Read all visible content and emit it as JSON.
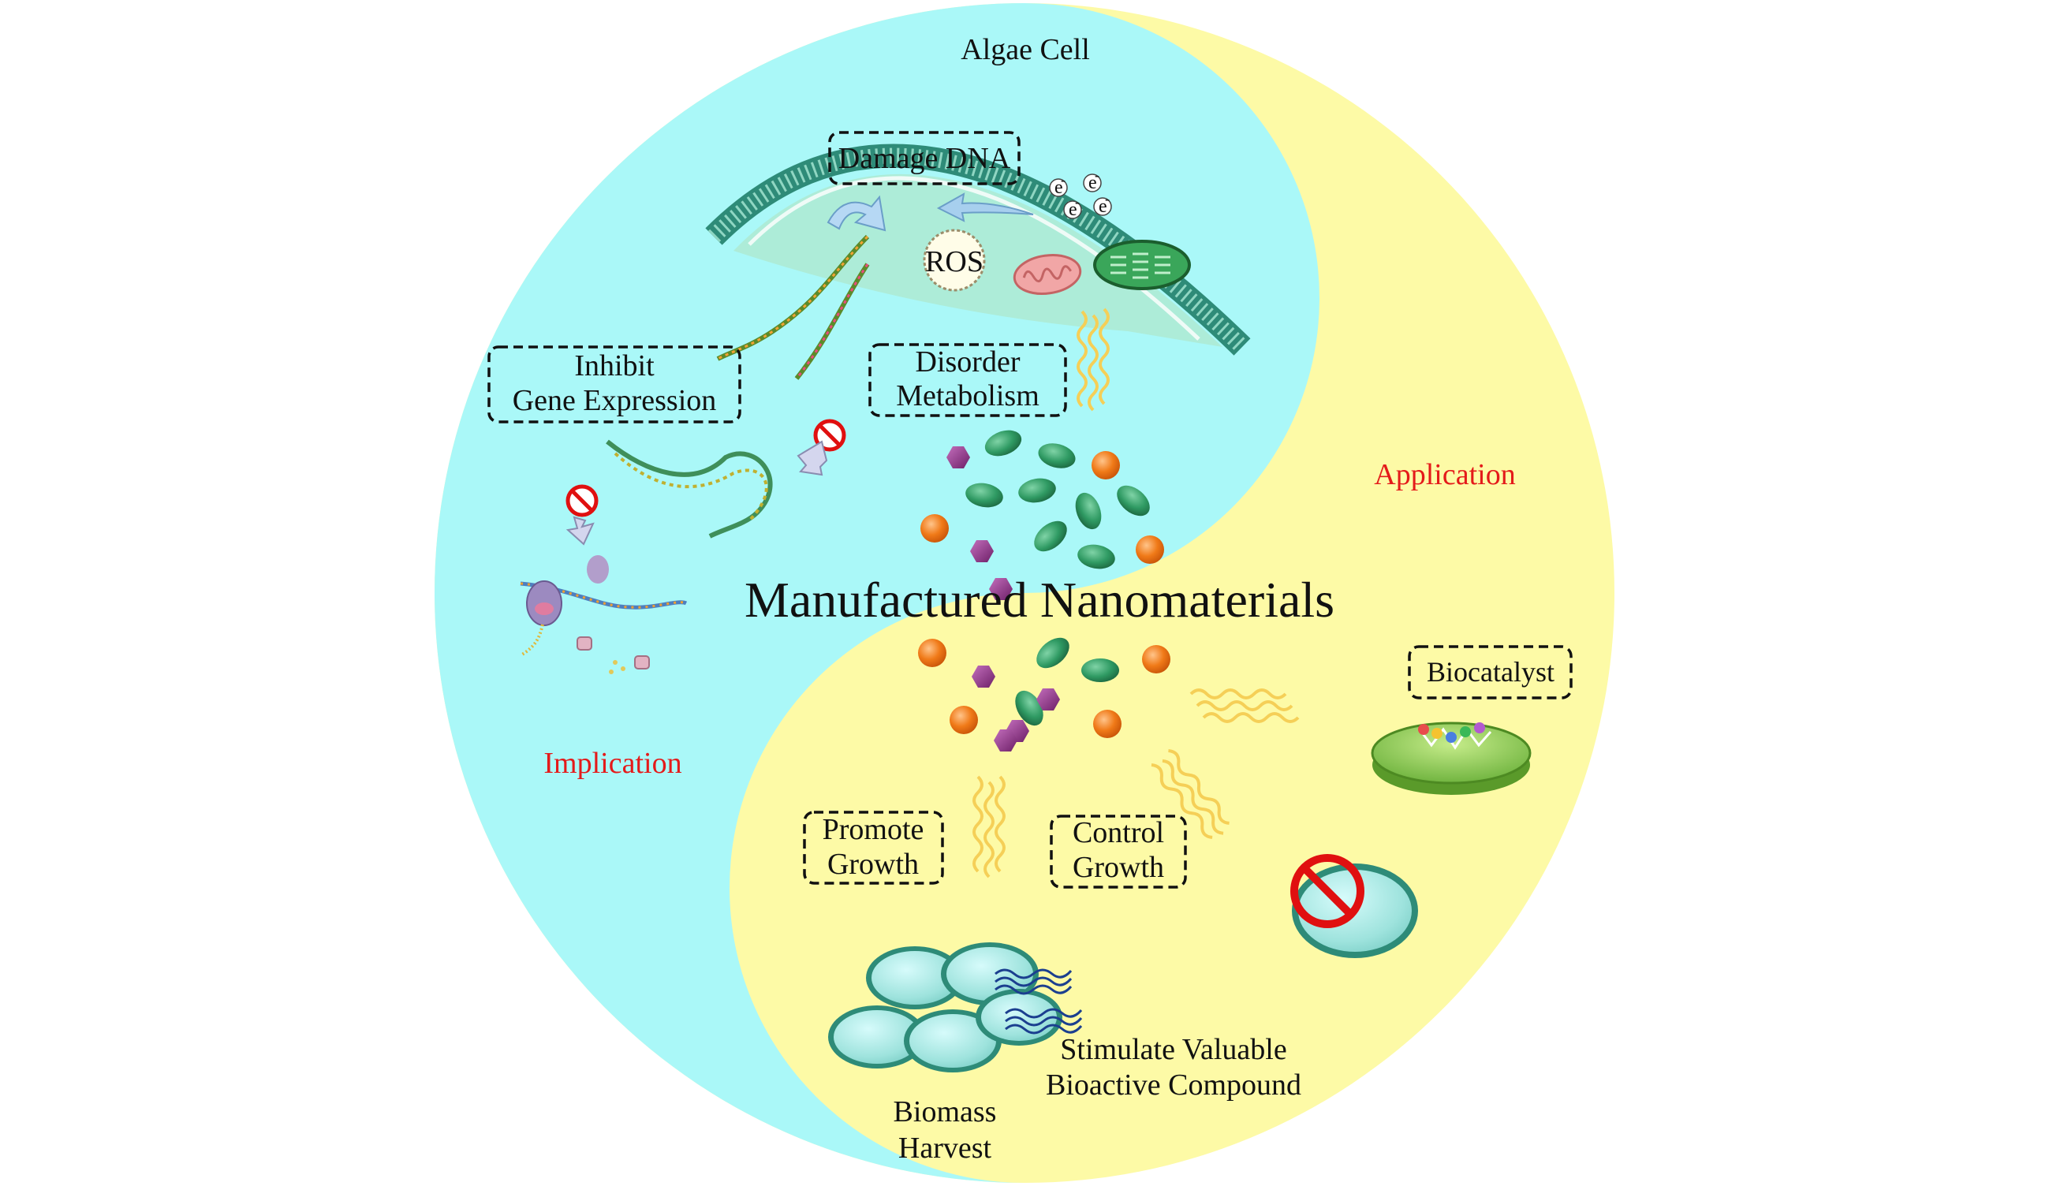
{
  "title": "Manufactured Nanomaterials",
  "labels": {
    "algae_cell": "Algae Cell",
    "damage_dna": "Damage DNA",
    "ros": "ROS",
    "electron": "e",
    "electron_charge": "-",
    "inhibit_line1": "Inhibit",
    "inhibit_line2": "Gene Expression",
    "disorder_line1": "Disorder",
    "disorder_line2": "Metabolism",
    "application": "Application",
    "implication": "Implication",
    "biocatalyst": "Biocatalyst",
    "promote_line1": "Promote",
    "promote_line2": "Growth",
    "control_line1": "Control",
    "control_line2": "Growth",
    "stimulate_line1": "Stimulate Valuable",
    "stimulate_line2": "Bioactive Compound",
    "biomass_line1": "Biomass",
    "biomass_line2": "Harvest"
  },
  "colors": {
    "implication_half": "#aaf8f8",
    "application_half": "#fdfaa6",
    "cell_interior": "#aee8cf",
    "membrane": "#2e8b78",
    "implication_label": "#e41a1a",
    "application_label": "#e41a1a",
    "green_particle": "#2f9a63",
    "orange_particle": "#f07a18",
    "purple_particle": "#8e2f86",
    "wire": "#f5cf57",
    "prohibition": "#e01010"
  },
  "icons": [
    "mitochondrion-icon",
    "chloroplast-icon",
    "dna-helix-icon",
    "ribosome-icon",
    "prohibition-icon",
    "arrow-icon",
    "enzyme-disc-icon",
    "algae-cell-icon"
  ]
}
